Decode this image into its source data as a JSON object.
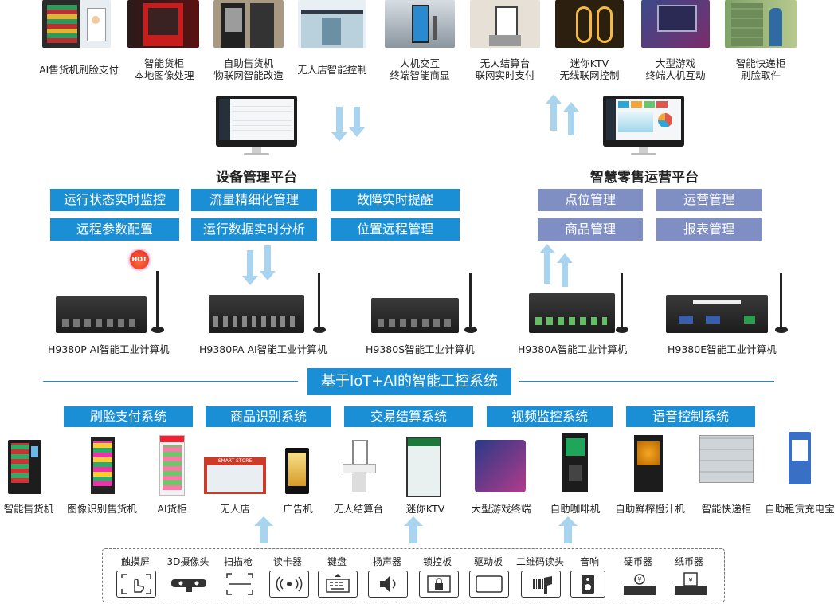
{
  "applications": [
    {
      "label": "AI售货机刷脸支付"
    },
    {
      "label": "智能货柜\n本地图像处理"
    },
    {
      "label": "自助售货机\n物联网智能改造"
    },
    {
      "label": "无人店智能控制"
    },
    {
      "label": "人机交互\n终端智能商显"
    },
    {
      "label": "无人结算台\n联网实时支付"
    },
    {
      "label": "迷你KTV\n无线联网控制"
    },
    {
      "label": "大型游戏\n终端人机互动"
    },
    {
      "label": "智能快递柜\n刷脸取件"
    }
  ],
  "device_platform": {
    "title": "设备管理平台",
    "features": [
      "运行状态实时监控",
      "流量精细化管理",
      "故障实时提醒",
      "远程参数配置",
      "运行数据实时分析",
      "位置远程管理"
    ]
  },
  "retail_platform": {
    "title": "智慧零售运营平台",
    "features": [
      "点位管理",
      "运营管理",
      "商品管理",
      "报表管理"
    ]
  },
  "hot_badge": "HOT",
  "devices": [
    {
      "label": "H9380P AI智能工业计算机"
    },
    {
      "label": "H9380PA  AI智能工业计算机"
    },
    {
      "label": "H9380S智能工业计算机"
    },
    {
      "label": "H9380A智能工业计算机"
    },
    {
      "label": "H9380E智能工业计算机"
    }
  ],
  "system_banner": "基于IoT+AI的智能工控系统",
  "systems": [
    "刷脸支付系统",
    "商品识别系统",
    "交易结算系统",
    "视频监控系统",
    "语音控制系统"
  ],
  "terminals": [
    {
      "label": "智能售货机"
    },
    {
      "label": "图像识别售货机"
    },
    {
      "label": "AI货柜"
    },
    {
      "label": "无人店"
    },
    {
      "label": "广告机"
    },
    {
      "label": "无人结算台"
    },
    {
      "label": "迷你KTV"
    },
    {
      "label": "大型游戏终端"
    },
    {
      "label": "自助咖啡机"
    },
    {
      "label": "自助鲜榨橙汁机"
    },
    {
      "label": "智能快递柜"
    },
    {
      "label": "自助租赁充电宝"
    }
  ],
  "store_sign": "SMART STORE",
  "hardware": [
    {
      "label": "触摸屏",
      "icon": "touch-icon"
    },
    {
      "label": "3D摄像头",
      "icon": "camera-icon"
    },
    {
      "label": "扫描枪",
      "icon": "scan-icon"
    },
    {
      "label": "读卡器",
      "icon": "nfc-icon"
    },
    {
      "label": "键盘",
      "icon": "keyboard-icon"
    },
    {
      "label": "扬声器",
      "icon": "speaker-icon"
    },
    {
      "label": "锁控板",
      "icon": "lock-icon"
    },
    {
      "label": "驱动板",
      "icon": "board-icon"
    },
    {
      "label": "二维码读头",
      "icon": "qr-reader-icon"
    },
    {
      "label": "音响",
      "icon": "audio-icon"
    },
    {
      "label": "硬币器",
      "icon": "coin-icon"
    },
    {
      "label": "纸币器",
      "icon": "bill-icon"
    }
  ],
  "colors": {
    "blue": "#1a8fd6",
    "gray": "#7f8fc4",
    "arrow": "#a9d4f0"
  }
}
